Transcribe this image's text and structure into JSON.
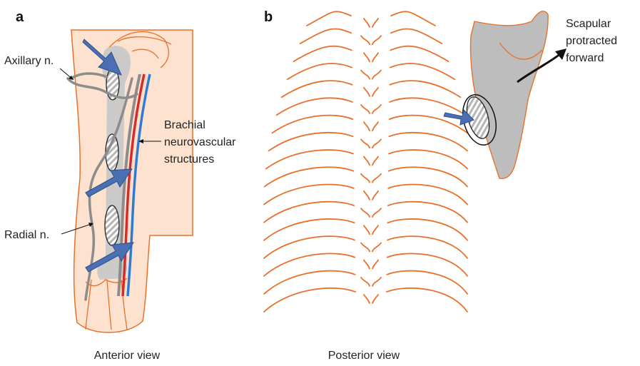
{
  "panels": {
    "a": {
      "letter": "a",
      "caption": "Anterior view",
      "labels": {
        "axillary": "Axillary n.",
        "brachial_1": "Brachial",
        "brachial_2": "neurovascular",
        "brachial_3": "structures",
        "radial": "Radial n."
      }
    },
    "b": {
      "letter": "b",
      "caption": "Posterior view",
      "labels": {
        "scapular_1": "Scapular",
        "scapular_2": "protracted",
        "scapular_3": "forward"
      }
    }
  },
  "colors": {
    "outline": "#e8702a",
    "skin": "#fde3cf",
    "bone": "#c8c8c8",
    "nerve": "#8c8c8c",
    "artery": "#d62b2b",
    "vein": "#2f7bd4",
    "arrow": "#4a6fb3"
  }
}
